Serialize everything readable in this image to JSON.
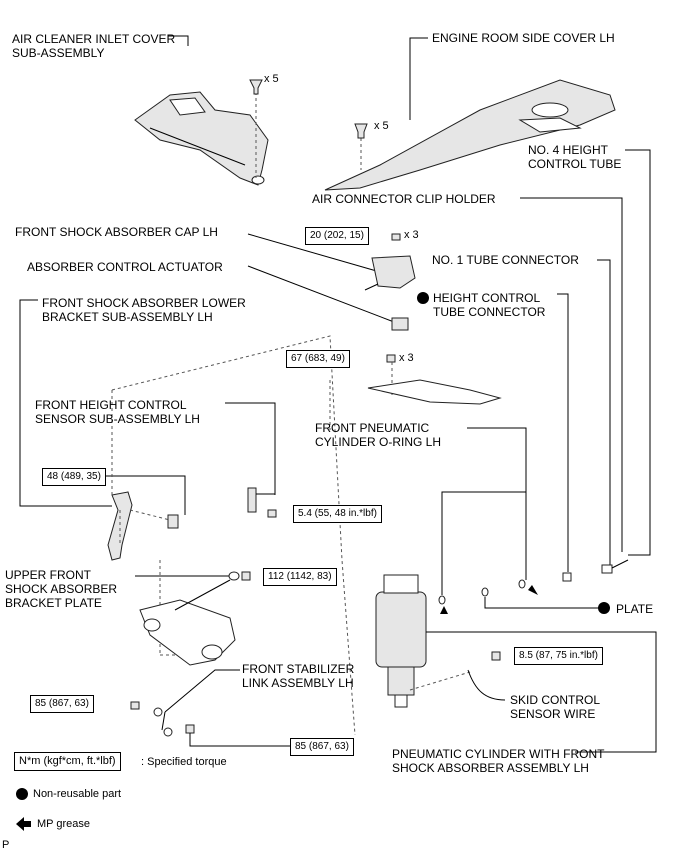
{
  "labels": {
    "air_cleaner_inlet_cover": [
      "AIR CLEANER INLET COVER",
      "SUB-ASSEMBLY"
    ],
    "engine_room_side_cover": "ENGINE ROOM SIDE COVER LH",
    "no4_height_control_tube": [
      "NO. 4 HEIGHT",
      "CONTROL TUBE"
    ],
    "air_connector_clip_holder": "AIR CONNECTOR CLIP HOLDER",
    "front_shock_absorber_cap": "FRONT SHOCK ABSORBER CAP LH",
    "absorber_control_actuator": "ABSORBER CONTROL ACTUATOR",
    "no1_tube_connector": "NO. 1 TUBE CONNECTOR",
    "height_control_tube_connector": [
      "HEIGHT CONTROL",
      "TUBE CONNECTOR"
    ],
    "front_shock_lower_bracket": [
      "FRONT SHOCK ABSORBER LOWER",
      "BRACKET SUB-ASSEMBLY LH"
    ],
    "front_height_control_sensor": [
      "FRONT HEIGHT CONTROL",
      "SENSOR SUB-ASSEMBLY LH"
    ],
    "front_pneumatic_oring": [
      "FRONT PNEUMATIC",
      "CYLINDER O-RING LH"
    ],
    "upper_front_bracket_plate": [
      "UPPER FRONT",
      "SHOCK ABSORBER",
      "BRACKET PLATE"
    ],
    "plate": "PLATE",
    "front_stabilizer_link": [
      "FRONT STABILIZER",
      "LINK ASSEMBLY LH"
    ],
    "skid_control_sensor_wire": [
      "SKID CONTROL",
      "SENSOR WIRE"
    ],
    "pneumatic_cylinder_assembly": [
      "PNEUMATIC CYLINDER WITH FRONT",
      "SHOCK ABSORBER ASSEMBLY LH"
    ],
    "qty_x5_a": "x 5",
    "qty_x5_b": "x 5",
    "qty_x3_a": "x 3",
    "qty_x3_b": "x 3"
  },
  "torques": {
    "cap": "20 (202, 15)",
    "upper": "67 (683, 49)",
    "lower_bracket": "48 (489, 35)",
    "sensor": "5.4 (55, 48 in.*lbf)",
    "plate_nut": "112 (1142, 83)",
    "skid_wire": "8.5 (87, 75 in.*lbf)",
    "stabilizer_upper": "85 (867, 63)",
    "stabilizer_lower": "85 (867, 63)"
  },
  "legend": {
    "unit_box": "N*m (kgf*cm, ft.*lbf)",
    "unit_desc": ": Specified torque",
    "non_reusable": "Non-reusable part",
    "mp_grease": "MP grease",
    "corner_code": "P"
  }
}
